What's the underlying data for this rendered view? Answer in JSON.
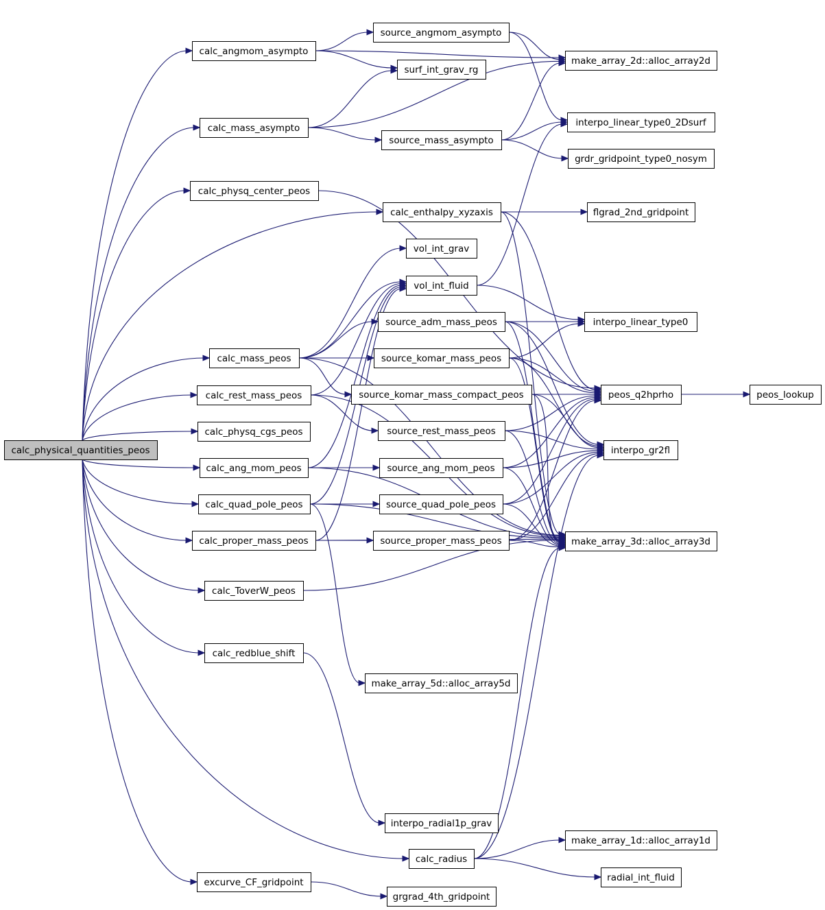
{
  "graph": {
    "edge_color": "#191970",
    "root_fill": "#bfbfbf",
    "nodes": [
      {
        "id": "calc_physical_quantities_peos",
        "label": "calc_physical_quantities_peos",
        "root": true
      },
      {
        "id": "calc_angmom_asympto",
        "label": "calc_angmom_asympto"
      },
      {
        "id": "calc_mass_asympto",
        "label": "calc_mass_asympto"
      },
      {
        "id": "calc_physq_center_peos",
        "label": "calc_physq_center_peos"
      },
      {
        "id": "calc_mass_peos",
        "label": "calc_mass_peos"
      },
      {
        "id": "calc_rest_mass_peos",
        "label": "calc_rest_mass_peos"
      },
      {
        "id": "calc_physq_cgs_peos",
        "label": "calc_physq_cgs_peos"
      },
      {
        "id": "calc_ang_mom_peos",
        "label": "calc_ang_mom_peos"
      },
      {
        "id": "calc_quad_pole_peos",
        "label": "calc_quad_pole_peos"
      },
      {
        "id": "calc_proper_mass_peos",
        "label": "calc_proper_mass_peos"
      },
      {
        "id": "calc_ToverW_peos",
        "label": "calc_ToverW_peos"
      },
      {
        "id": "calc_redblue_shift",
        "label": "calc_redblue_shift"
      },
      {
        "id": "excurve_CF_gridpoint",
        "label": "excurve_CF_gridpoint"
      },
      {
        "id": "source_angmom_asympto",
        "label": "source_angmom_asympto"
      },
      {
        "id": "surf_int_grav_rg",
        "label": "surf_int_grav_rg"
      },
      {
        "id": "source_mass_asympto",
        "label": "source_mass_asympto"
      },
      {
        "id": "calc_enthalpy_xyzaxis",
        "label": "calc_enthalpy_xyzaxis"
      },
      {
        "id": "vol_int_grav",
        "label": "vol_int_grav"
      },
      {
        "id": "vol_int_fluid",
        "label": "vol_int_fluid"
      },
      {
        "id": "source_adm_mass_peos",
        "label": "source_adm_mass_peos"
      },
      {
        "id": "source_komar_mass_peos",
        "label": "source_komar_mass_peos"
      },
      {
        "id": "source_komar_mass_compact_peos",
        "label": "source_komar_mass_compact_peos"
      },
      {
        "id": "source_rest_mass_peos",
        "label": "source_rest_mass_peos"
      },
      {
        "id": "source_ang_mom_peos",
        "label": "source_ang_mom_peos"
      },
      {
        "id": "source_quad_pole_peos",
        "label": "source_quad_pole_peos"
      },
      {
        "id": "source_proper_mass_peos",
        "label": "source_proper_mass_peos"
      },
      {
        "id": "make_array_5d_alloc_array5d",
        "label": "make_array_5d::alloc_array5d"
      },
      {
        "id": "interpo_radial1p_grav",
        "label": "interpo_radial1p_grav"
      },
      {
        "id": "calc_radius",
        "label": "calc_radius"
      },
      {
        "id": "grgrad_4th_gridpoint",
        "label": "grgrad_4th_gridpoint"
      },
      {
        "id": "make_array_2d_alloc_array2d",
        "label": "make_array_2d::alloc_array2d"
      },
      {
        "id": "interpo_linear_type0_2Dsurf",
        "label": "interpo_linear_type0_2Dsurf"
      },
      {
        "id": "grdr_gridpoint_type0_nosym",
        "label": "grdr_gridpoint_type0_nosym"
      },
      {
        "id": "flgrad_2nd_gridpoint",
        "label": "flgrad_2nd_gridpoint"
      },
      {
        "id": "interpo_linear_type0",
        "label": "interpo_linear_type0"
      },
      {
        "id": "peos_q2hprho",
        "label": "peos_q2hprho"
      },
      {
        "id": "interpo_gr2fl",
        "label": "interpo_gr2fl"
      },
      {
        "id": "make_array_3d_alloc_array3d",
        "label": "make_array_3d::alloc_array3d"
      },
      {
        "id": "make_array_1d_alloc_array1d",
        "label": "make_array_1d::alloc_array1d"
      },
      {
        "id": "radial_int_fluid",
        "label": "radial_int_fluid"
      },
      {
        "id": "peos_lookup",
        "label": "peos_lookup"
      }
    ],
    "edges": [
      [
        "calc_physical_quantities_peos",
        "calc_angmom_asympto"
      ],
      [
        "calc_physical_quantities_peos",
        "calc_mass_asympto"
      ],
      [
        "calc_physical_quantities_peos",
        "calc_physq_center_peos"
      ],
      [
        "calc_physical_quantities_peos",
        "calc_enthalpy_xyzaxis"
      ],
      [
        "calc_physical_quantities_peos",
        "calc_mass_peos"
      ],
      [
        "calc_physical_quantities_peos",
        "calc_rest_mass_peos"
      ],
      [
        "calc_physical_quantities_peos",
        "calc_physq_cgs_peos"
      ],
      [
        "calc_physical_quantities_peos",
        "calc_ang_mom_peos"
      ],
      [
        "calc_physical_quantities_peos",
        "calc_quad_pole_peos"
      ],
      [
        "calc_physical_quantities_peos",
        "calc_proper_mass_peos"
      ],
      [
        "calc_physical_quantities_peos",
        "calc_ToverW_peos"
      ],
      [
        "calc_physical_quantities_peos",
        "calc_redblue_shift"
      ],
      [
        "calc_physical_quantities_peos",
        "calc_radius"
      ],
      [
        "calc_physical_quantities_peos",
        "excurve_CF_gridpoint"
      ],
      [
        "calc_angmom_asympto",
        "make_array_2d_alloc_array2d"
      ],
      [
        "calc_angmom_asympto",
        "source_angmom_asympto"
      ],
      [
        "calc_angmom_asympto",
        "surf_int_grav_rg"
      ],
      [
        "source_angmom_asympto",
        "make_array_2d_alloc_array2d"
      ],
      [
        "source_angmom_asympto",
        "interpo_linear_type0_2Dsurf"
      ],
      [
        "calc_mass_asympto",
        "surf_int_grav_rg"
      ],
      [
        "calc_mass_asympto",
        "make_array_2d_alloc_array2d"
      ],
      [
        "calc_mass_asympto",
        "source_mass_asympto"
      ],
      [
        "source_mass_asympto",
        "make_array_2d_alloc_array2d"
      ],
      [
        "source_mass_asympto",
        "interpo_linear_type0_2Dsurf"
      ],
      [
        "source_mass_asympto",
        "grdr_gridpoint_type0_nosym"
      ],
      [
        "calc_physq_center_peos",
        "peos_q2hprho"
      ],
      [
        "calc_enthalpy_xyzaxis",
        "flgrad_2nd_gridpoint"
      ],
      [
        "calc_enthalpy_xyzaxis",
        "peos_q2hprho"
      ],
      [
        "calc_enthalpy_xyzaxis",
        "make_array_3d_alloc_array3d"
      ],
      [
        "calc_mass_peos",
        "vol_int_grav"
      ],
      [
        "calc_mass_peos",
        "vol_int_fluid"
      ],
      [
        "calc_mass_peos",
        "source_adm_mass_peos"
      ],
      [
        "calc_mass_peos",
        "source_komar_mass_peos"
      ],
      [
        "calc_mass_peos",
        "source_komar_mass_compact_peos"
      ],
      [
        "calc_mass_peos",
        "make_array_3d_alloc_array3d"
      ],
      [
        "calc_rest_mass_peos",
        "vol_int_fluid"
      ],
      [
        "calc_rest_mass_peos",
        "source_rest_mass_peos"
      ],
      [
        "calc_rest_mass_peos",
        "make_array_3d_alloc_array3d"
      ],
      [
        "calc_ang_mom_peos",
        "vol_int_fluid"
      ],
      [
        "calc_ang_mom_peos",
        "source_ang_mom_peos"
      ],
      [
        "calc_ang_mom_peos",
        "make_array_3d_alloc_array3d"
      ],
      [
        "calc_quad_pole_peos",
        "vol_int_fluid"
      ],
      [
        "calc_quad_pole_peos",
        "source_quad_pole_peos"
      ],
      [
        "calc_quad_pole_peos",
        "make_array_5d_alloc_array5d"
      ],
      [
        "calc_quad_pole_peos",
        "make_array_3d_alloc_array3d"
      ],
      [
        "calc_proper_mass_peos",
        "vol_int_fluid"
      ],
      [
        "calc_proper_mass_peos",
        "source_proper_mass_peos"
      ],
      [
        "calc_proper_mass_peos",
        "make_array_3d_alloc_array3d"
      ],
      [
        "calc_ToverW_peos",
        "make_array_3d_alloc_array3d"
      ],
      [
        "calc_redblue_shift",
        "interpo_radial1p_grav"
      ],
      [
        "vol_int_fluid",
        "interpo_linear_type0_2Dsurf"
      ],
      [
        "vol_int_fluid",
        "interpo_linear_type0"
      ],
      [
        "source_adm_mass_peos",
        "interpo_linear_type0"
      ],
      [
        "source_adm_mass_peos",
        "peos_q2hprho"
      ],
      [
        "source_adm_mass_peos",
        "interpo_gr2fl"
      ],
      [
        "source_adm_mass_peos",
        "make_array_3d_alloc_array3d"
      ],
      [
        "source_komar_mass_peos",
        "interpo_linear_type0"
      ],
      [
        "source_komar_mass_peos",
        "peos_q2hprho"
      ],
      [
        "source_komar_mass_peos",
        "interpo_gr2fl"
      ],
      [
        "source_komar_mass_peos",
        "make_array_3d_alloc_array3d"
      ],
      [
        "source_komar_mass_compact_peos",
        "peos_q2hprho"
      ],
      [
        "source_komar_mass_compact_peos",
        "interpo_gr2fl"
      ],
      [
        "source_komar_mass_compact_peos",
        "make_array_3d_alloc_array3d"
      ],
      [
        "source_rest_mass_peos",
        "peos_q2hprho"
      ],
      [
        "source_rest_mass_peos",
        "interpo_gr2fl"
      ],
      [
        "source_rest_mass_peos",
        "make_array_3d_alloc_array3d"
      ],
      [
        "source_ang_mom_peos",
        "peos_q2hprho"
      ],
      [
        "source_ang_mom_peos",
        "interpo_gr2fl"
      ],
      [
        "source_ang_mom_peos",
        "make_array_3d_alloc_array3d"
      ],
      [
        "source_quad_pole_peos",
        "peos_q2hprho"
      ],
      [
        "source_quad_pole_peos",
        "interpo_gr2fl"
      ],
      [
        "source_quad_pole_peos",
        "make_array_3d_alloc_array3d"
      ],
      [
        "source_proper_mass_peos",
        "peos_q2hprho"
      ],
      [
        "source_proper_mass_peos",
        "interpo_gr2fl"
      ],
      [
        "source_proper_mass_peos",
        "make_array_3d_alloc_array3d"
      ],
      [
        "peos_q2hprho",
        "peos_lookup"
      ],
      [
        "calc_radius",
        "interpo_gr2fl"
      ],
      [
        "calc_radius",
        "make_array_3d_alloc_array3d"
      ],
      [
        "calc_radius",
        "make_array_1d_alloc_array1d"
      ],
      [
        "calc_radius",
        "radial_int_fluid"
      ],
      [
        "excurve_CF_gridpoint",
        "grgrad_4th_gridpoint"
      ]
    ]
  }
}
